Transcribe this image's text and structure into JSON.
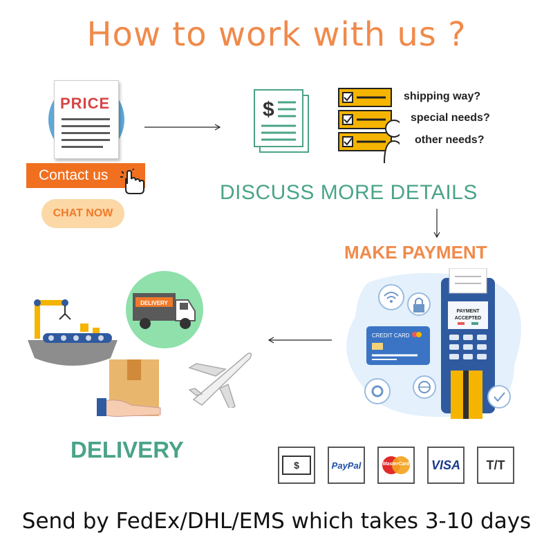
{
  "title": "How to work with us ?",
  "step1": {
    "price_label": "PRICE",
    "contact_button": "Contact us",
    "chat_button": "CHAT NOW"
  },
  "step2": {
    "questions": [
      "shipping way?",
      "special needs?",
      "other needs?"
    ],
    "label": "DISCUSS MORE DETAILS"
  },
  "step3": {
    "label": "MAKE PAYMENT",
    "credit_card_text": "CREDIT CARD",
    "terminal_screen": [
      "PAYMENT",
      "ACCEPTED"
    ],
    "methods": [
      {
        "name": "cash",
        "label": "$"
      },
      {
        "name": "paypal",
        "label": "PayPal"
      },
      {
        "name": "mastercard",
        "label": "MasterCard"
      },
      {
        "name": "visa",
        "label": "VISA"
      },
      {
        "name": "tt",
        "label": "T/T"
      }
    ]
  },
  "step4": {
    "truck_label": "DELIVERY",
    "label": "DELIVERY"
  },
  "footer": "Send by FedEx/DHL/EMS which takes 3-10 days",
  "colors": {
    "title_orange": "#f08a4b",
    "section_green": "#4aa388",
    "contact_orange": "#f07020",
    "chat_bg": "#fbd8a6"
  }
}
